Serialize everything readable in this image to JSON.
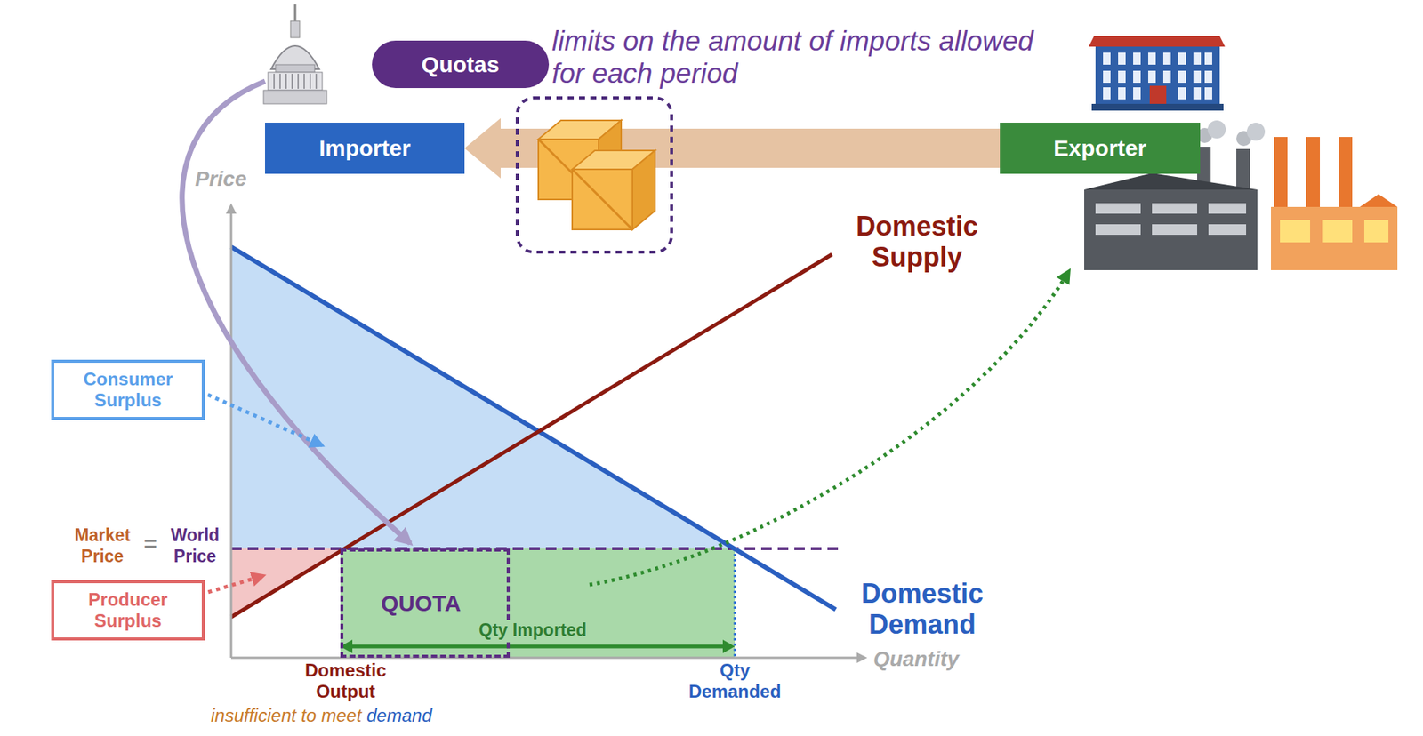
{
  "diagram": {
    "nodes": [
      {
        "text": [
          "Quotas"
        ]
      },
      {
        "text": [
          "Importer"
        ]
      },
      {
        "text": [
          "Exporter"
        ]
      },
      {
        "text": [
          "Consumer Surplus"
        ]
      },
      {
        "text": [
          "QUOTA"
        ]
      },
      {
        "text": [
          "Producer Surplus"
        ]
      }
    ],
    "edges": [
      {
        "from": 2,
        "to": 1,
        "arrow": "to"
      }
    ],
    "labels": [
      "limits on the amount of imports allowed for each period",
      "Price",
      "Domestic Supply",
      "Market Price",
      "=",
      "World Price",
      "Qty Imported",
      "Domestic Demand",
      "Quantity",
      "Domestic Output",
      "Qty Demanded",
      "insufficient to meet",
      "demand"
    ]
  }
}
